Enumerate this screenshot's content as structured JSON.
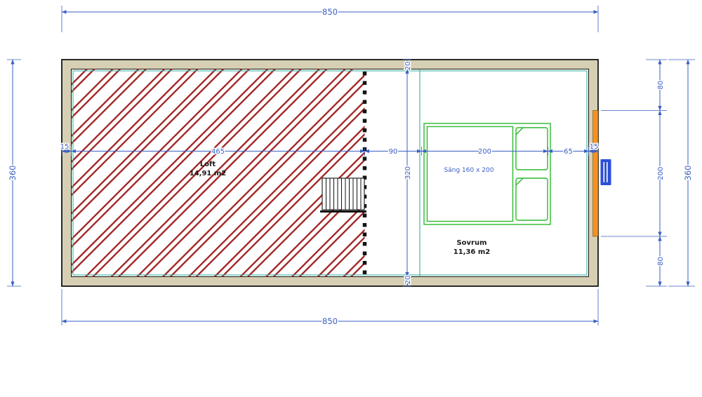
{
  "colors": {
    "dim": "#3a5fc4",
    "wall": "#d6cfb3",
    "hatch": "#a02020",
    "bed": "#2eb82e",
    "interior": "#3aaf9f",
    "window": "#f6921e",
    "tag": "#2b4fd8"
  },
  "dimensions": {
    "top_width": "850",
    "bottom_width": "850",
    "left_height": "360",
    "right_height": "360",
    "right_segments": [
      "80",
      "200",
      "80"
    ],
    "middle_segments": [
      "15",
      "465",
      "90",
      "200",
      "65",
      "15"
    ],
    "partition_segments": [
      "20",
      "320",
      "20"
    ]
  },
  "rooms": {
    "loft": {
      "name": "Loft",
      "area": "14,91 m2"
    },
    "bedroom": {
      "name": "Sovrum",
      "area": "11,36 m2"
    }
  },
  "furniture": {
    "bed_label": "Säng 160 x 200"
  }
}
